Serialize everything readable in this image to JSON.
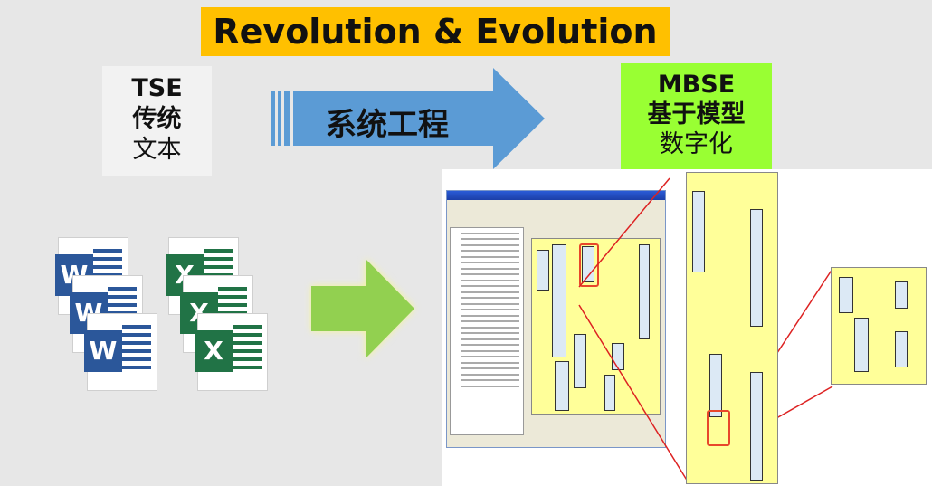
{
  "title": "Revolution & Evolution",
  "tse": {
    "line1": "TSE",
    "line2": "传统",
    "line3": "文本"
  },
  "center_arrow": {
    "label": "系统工程"
  },
  "mbse": {
    "line1": "MBSE",
    "line2": "基于模型",
    "line3": "数字化"
  },
  "docs": {
    "word_letter": "W",
    "excel_letter": "X"
  },
  "colors": {
    "title_bg": "#ffc000",
    "mbse_bg": "#99ff33",
    "arrow_blue": "#5b9bd5",
    "arrow_green": "#92d050"
  }
}
